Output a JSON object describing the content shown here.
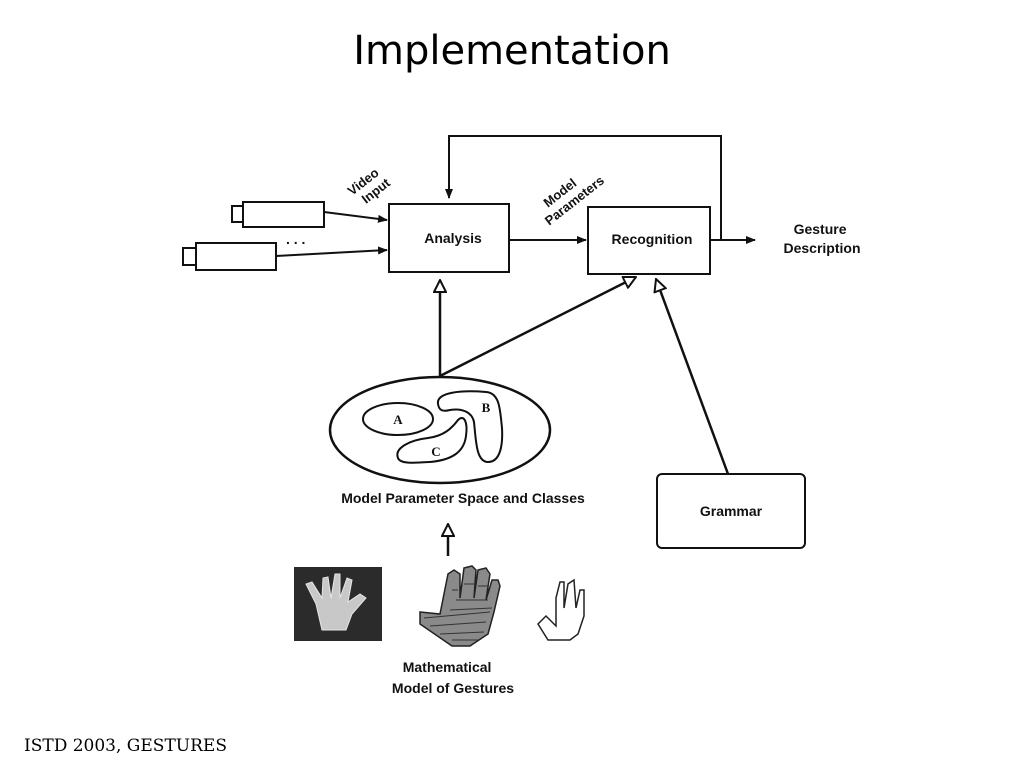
{
  "slide": {
    "title": "Implementation",
    "footer": "ISTD 2003, GESTURES"
  },
  "diagram": {
    "analysis": "Analysis",
    "recognition": "Recognition",
    "gesture_description": [
      "Gesture",
      "Description"
    ],
    "video_input": [
      "Video",
      "Input"
    ],
    "model_parameters": [
      "Model",
      "Parameters"
    ],
    "ellipsis": ". . .",
    "parameter_space_caption": "Model Parameter Space and Classes",
    "class_a": "A",
    "class_b": "B",
    "class_c": "C",
    "grammar": "Grammar",
    "math_model_caption": [
      "Mathematical",
      "Model of Gestures"
    ]
  }
}
